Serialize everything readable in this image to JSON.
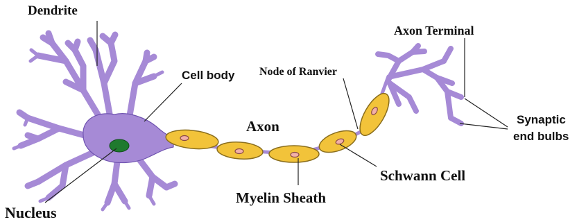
{
  "labels": {
    "dendrite": "Dendrite",
    "cell_body": "Cell body",
    "node_of_ranvier": "Node of Ranvier",
    "axon_terminal": "Axon Terminal",
    "axon": "Axon",
    "synaptic_line1": "Synaptic",
    "synaptic_line2": "end bulbs",
    "schwann_cell": "Schwann Cell",
    "myelin_sheath": "Myelin Sheath",
    "nucleus": "Nucleus"
  },
  "colors": {
    "neuron_fill": "#a68ad6",
    "neuron_outline": "#6f53b0",
    "myelin_fill": "#f2c33a",
    "schwann_nucleus": "#f2b0a8",
    "cell_nucleus": "#1f7a2e"
  }
}
